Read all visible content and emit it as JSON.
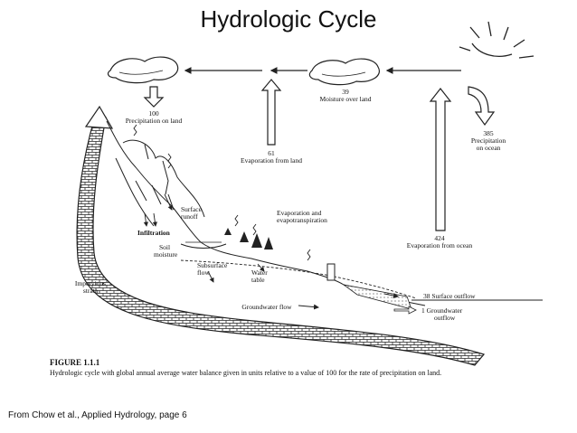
{
  "slide": {
    "title": "Hydrologic Cycle",
    "source": "From Chow et al., Applied Hydrology, page 6"
  },
  "figure": {
    "number": "FIGURE 1.1.1",
    "caption": "Hydrologic cycle with global annual average water balance given in units relative to a value of 100 for the rate of precipitation on land."
  },
  "labels": {
    "precip_land_value": "100",
    "precip_land": "Precipitation on land",
    "moisture_value": "39",
    "moisture": "Moisture over land",
    "evap_land_value": "61",
    "evap_land": "Evaporation from land",
    "precip_ocean_value": "385",
    "precip_ocean_1": "Precipitation",
    "precip_ocean_2": "on ocean",
    "evap_ocean_value": "424",
    "evap_ocean": "Evaporation from ocean",
    "surface_runoff_1": "Surface",
    "surface_runoff_2": "runoff",
    "infiltration": "Infiltration",
    "soil_moisture_1": "Soil",
    "soil_moisture_2": "moisture",
    "evapotranspiration_1": "Evaporation and",
    "evapotranspiration_2": "evapotranspiration",
    "subsurface_1": "Subsurface",
    "subsurface_2": "flow",
    "water_table_1": "Water",
    "water_table_2": "table",
    "impervious_1": "Impervious",
    "impervious_2": "strata",
    "groundwater_flow": "Groundwater flow",
    "surface_outflow": "38 Surface outflow",
    "gw_outflow_1": "1 Groundwater",
    "gw_outflow_2": "outflow"
  }
}
